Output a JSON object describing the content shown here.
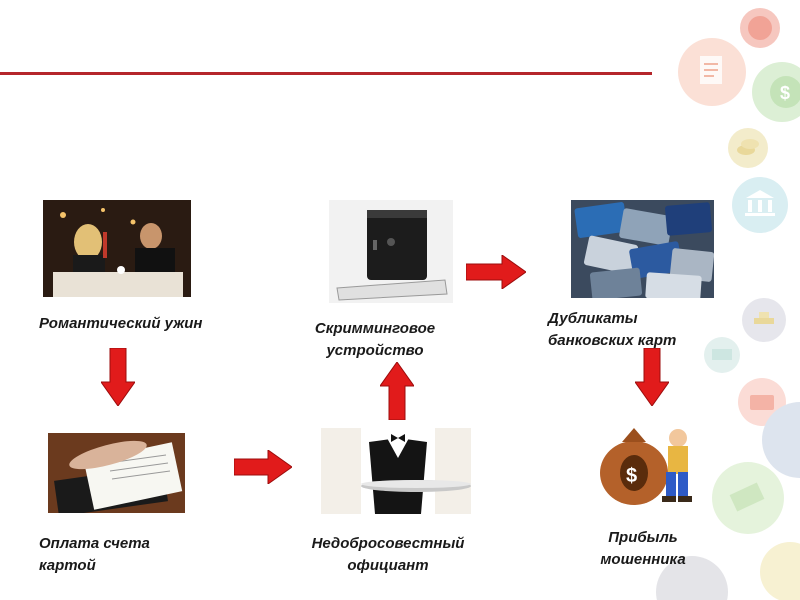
{
  "steps": {
    "dinner": {
      "label": "Романтический ужин",
      "image": "dinner-photo"
    },
    "skimmer": {
      "label": "Скримминговое устройство",
      "image": "skimmer-photo"
    },
    "duplicates": {
      "label_line1": "Дубликаты",
      "label_line2": "банковских карт",
      "image": "cards-photo"
    },
    "payment": {
      "label_line1": "Оплата счета",
      "label_line2": "картой",
      "image": "payment-photo"
    },
    "waiter": {
      "label_line1": "Недобросовестный",
      "label_line2": "официант",
      "image": "waiter-photo"
    },
    "profit": {
      "label_line1": "Прибыль",
      "label_line2": "мошенника",
      "image": "fraudster-money-bag"
    }
  },
  "colors": {
    "accent_line": "#b5262b",
    "arrow": "#e11b1b",
    "arrow_dark": "#9c0c0c"
  },
  "decor_icons": [
    "document-icon",
    "dollar-icon",
    "coins-icon",
    "bank-icon",
    "gold-bars-icon",
    "money-icon",
    "card-icon"
  ]
}
